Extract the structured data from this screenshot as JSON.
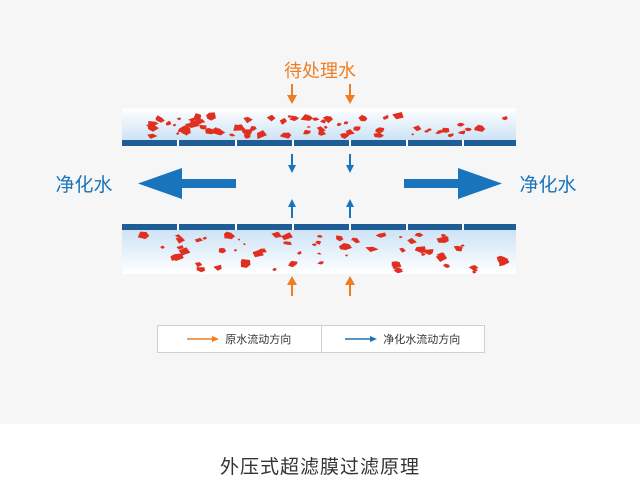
{
  "diagram": {
    "top_label": "待处理水",
    "left_label": "净化水",
    "right_label": "净化水",
    "caption": "外压式超滤膜过滤原理"
  },
  "legend": {
    "raw_flow_label": "原水流动方向",
    "clean_flow_label": "净化水流动方向"
  },
  "colors": {
    "raw_arrow": "#ef7d22",
    "clean_arrow": "#1a74bb",
    "membrane": "#1f5d97",
    "particle": "#e02f20",
    "water_top": "#ffffff",
    "water_bottom": "#cfe4f5"
  }
}
